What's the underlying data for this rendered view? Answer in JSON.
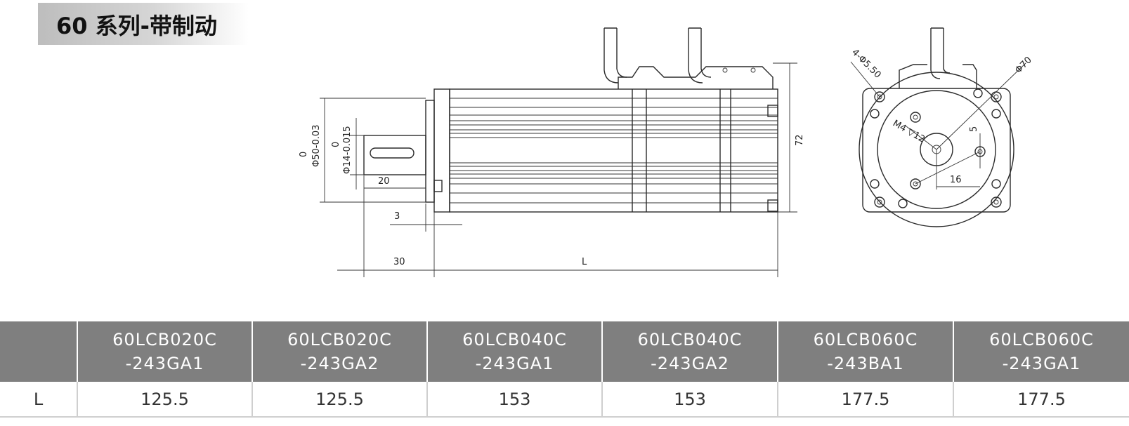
{
  "title": "60 系列-带制动",
  "side_view": {
    "labels": {
      "flange_dia": "Φ50-0.03",
      "flange_tol": "0",
      "shaft_dia": "Φ14-0.015",
      "shaft_tol": "0",
      "key_len": "20",
      "step": "3",
      "shaft_len": "30",
      "body_len": "L",
      "height": "72"
    }
  },
  "front_view": {
    "labels": {
      "holes": "4-Φ5.50",
      "pcd": "Φ70",
      "tap": "M4 ▽12",
      "key_h": "5",
      "key_w": "16"
    }
  },
  "table": {
    "row_label": "L",
    "columns": [
      {
        "line1": "60LCB020C",
        "line2": "-243GA1",
        "value": "125.5"
      },
      {
        "line1": "60LCB020C",
        "line2": "-243GA2",
        "value": "125.5"
      },
      {
        "line1": "60LCB040C",
        "line2": "-243GA1",
        "value": "153"
      },
      {
        "line1": "60LCB040C",
        "line2": "-243GA2",
        "value": "153"
      },
      {
        "line1": "60LCB060C",
        "line2": "-243BA1",
        "value": "177.5"
      },
      {
        "line1": "60LCB060C",
        "line2": "-243GA1",
        "value": "177.5"
      }
    ]
  }
}
